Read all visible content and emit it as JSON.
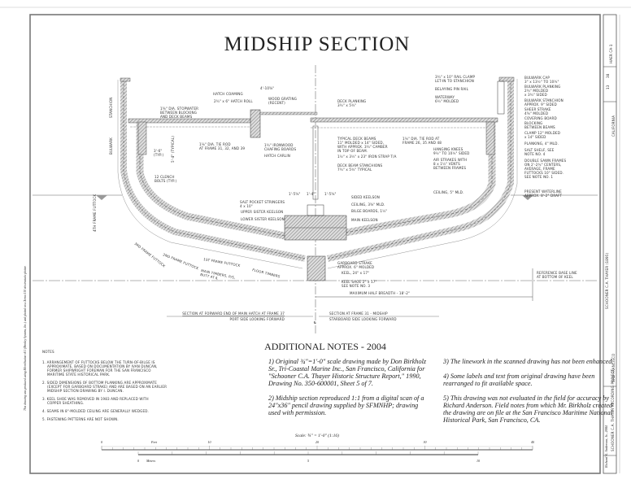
{
  "title": "MIDSHIP SECTION",
  "side_note": "This drawing was produced using MicroStation v8.1 (Bentley Systems, Inc.) and plotted on a Xerox 510 electrostatic plotter.",
  "labels": {
    "bulwark_cap": [
      "BULWARK CAP",
      "3\" x 13½\" TO 10¾\""
    ],
    "bulwark_planking": [
      "BULWARK PLANKING",
      "2¾\" MOLDED",
      "x 3¾\" SIDED"
    ],
    "bulwark_stanchion": [
      "BULWARK STANCHION",
      "APPROX. 9\" SIDED"
    ],
    "sheer_strake": [
      "SHEER STRAKE",
      "4⅝\" MOLDED"
    ],
    "covering_board": [
      "COVERING BOARD"
    ],
    "blocking": [
      "BLOCKING",
      "BETWEEN BEAMS"
    ],
    "clamp": [
      "CLAMP 12\" MOLDED",
      "x 14\" SIDED"
    ],
    "planking": [
      "PLANKING, 4\" MLD."
    ],
    "salt_shelf": [
      "SALT SHELF, SEE",
      "NOTE NO. 4"
    ],
    "frames": [
      "DOUBLE SAWN FRAMES",
      "ON 2'-2¾\" CENTERS,",
      "AVERAGE, FRAME",
      "FUTTOCKS 10\" SIDED.",
      "SEE NOTE NO. 1"
    ],
    "waterline": [
      "PRESENT WATERLINE",
      "APPROX. 8'-2\" DRAFT"
    ],
    "rail_clamp": [
      "3¾\" x 10\" RAIL CLAMP",
      "LET-IN TO STANCHION"
    ],
    "pin_rail": [
      "BELAYING PIN RAIL"
    ],
    "waterway": [
      "WATERWAY",
      "6¾\" MOLDED"
    ],
    "hanging_knees": [
      "HANGING KNEES",
      "9½\" TO 10½\" SIDED"
    ],
    "air_strakes": [
      "AIR STRAKES WITH",
      "8 x 1½\" VENTS",
      "BETWEEN FRAMES"
    ],
    "ceiling_5": [
      "CEILING, 5\" MLD."
    ],
    "tie_rod_26": [
      "1⅛\" DIA. TIE ROD AT",
      "FRAME 26, 35 AND 48"
    ],
    "deck_planking": [
      "DECK PLANKING",
      "3¾\" x 5¾\""
    ],
    "deck_beams": [
      "TYPICAL DECK BEAMS",
      "11\" MOLDED x 14\" SIDED,",
      "WITH APPROX. 3¼\" CAMBER",
      "IN TOP OF BEAM."
    ],
    "iron_strap": [
      "1½\" x 3½\" x 23\" IRON STRAP T/A"
    ],
    "beam_stanchions": [
      "DECK BEAM STANCHIONS",
      "7¾\" x 5¾\" TYPICAL"
    ],
    "hatch_coaming": [
      "HATCH COAMING"
    ],
    "hatch_roll": [
      "2¾\" x 6\" HATCH ROLL"
    ],
    "wood_grating": [
      "WOOD GRATING",
      "(RECENT)"
    ],
    "chafing": [
      "1¾\" IRONWOOD",
      "CHAFING BOARDS"
    ],
    "hatch_carlin": [
      "HATCH CARLIN"
    ],
    "tie_rod_31": [
      "1⅛\" DIA. TIE ROD",
      "AT FRAME 31, 32, AND 39"
    ],
    "stopwater": [
      "1⅝\" DIA. STOPWATER",
      "BETWEEN BLOCKING",
      "AND DECK BEAMS"
    ],
    "clench_bolts": [
      "12 CLENCH",
      "BOLTS (TYP.)"
    ],
    "dim_36": [
      "3'-6\"",
      "(TYP.)"
    ],
    "salt_pocket": [
      "SALT POCKET STRINGERS",
      "4 x 10\""
    ],
    "upper_sister": [
      "UPPER SISTER KEELSON"
    ],
    "lower_sister": [
      "LOWER SISTER KEELSON"
    ],
    "sided_keelson": [
      "SIDED KEELSON"
    ],
    "ceiling_358": [
      "CEILING, 3⅝\" MLD."
    ],
    "bilge_boards": [
      "BILGE BOARDS, 1½\""
    ],
    "main_keelson": [
      "MAIN KEELSON"
    ],
    "garboard": [
      "GARBOARD STRAKE",
      "APPROX. 6\" MOLDED"
    ],
    "keel": [
      "KEEL, 24\" x 17\""
    ],
    "keel_shoe": [
      "KEEL SHOE 2\" x 17\"",
      "SEE NOTE NO. 3"
    ],
    "half_breadth": [
      "MAXIMUM HALF BREADTH - 18'-2\""
    ],
    "base_line": [
      "REFERENCE BASE LINE",
      "AT BOTTOM OF KEEL"
    ],
    "floor_timbers": [
      "FLOOR TIMBERS"
    ],
    "main_timbers": [
      "MAIN TIMBERS, P/S,",
      "BUTT AT ℄"
    ],
    "f1": [
      "1ST FRAME FUTTOCK"
    ],
    "f2": [
      "2ND FRAME FUTTOCK"
    ],
    "f3": [
      "3RD FRAME FUTTOCK"
    ],
    "f47": [
      "4TH FRAME FUTTOCK"
    ],
    "bulwark_v": [
      "BULWARK"
    ],
    "stanchion_v": [
      "STANCHION"
    ],
    "dim_54": [
      "5'-4\" (TYPICAL)"
    ],
    "dim_410": [
      "4'-10⅝\""
    ],
    "dim_keelson": [
      "1'-5⅝\"",
      "1'-4\"",
      "1'-5⅝\""
    ],
    "centerline": [
      "℄"
    ]
  },
  "sections": {
    "port_title": "SECTION AT FORWARD END OF MAIN HATCH AT FRAME 37",
    "port_sub": "PORT SIDE LOOKING FORWARD",
    "stbd_title": "SECTION AT FRAME 31 - MIDSHIP",
    "stbd_sub": "STARBOARD SIDE LOOKING FORWARD"
  },
  "notes": {
    "heading": "NOTES",
    "items": [
      [
        "1. ARRANGEMENT OF FUTTOCKS BELOW THE TURN-OF-BILGE IS",
        "APPROXIMATE, BASED ON DOCUMENTATION BY IVAN DUNCAN,",
        "FORMER SHIPWRIGHT FOREMAN FOR THE SAN FRANCISCO",
        "MARITIME STATE HISTORICAL PARK."
      ],
      [
        "2. SIDED DIMENSIONS OF BOTTOM PLANKING ARE APPROXIMATE",
        "(EXCEPT FOR GARBOARD STRAKE) AND ARE BASED ON AN EARLIER",
        "MIDSHIP SECTION DRAWING BY I. DUNCAN."
      ],
      [
        "3. KEEL SHOE WAS REMOVED IN 1983 AND REPLACED WITH",
        "COPPER SHEATHING."
      ],
      [
        "4. SEAMS IN 8\"-MOLDED CEILING ARE GENERALLY WEDGED."
      ],
      [
        "5. FASTENING PATTERNS ARE NOT SHOWN."
      ]
    ]
  },
  "additional_notes": {
    "heading": "ADDITIONAL NOTES - 2004",
    "left": [
      [
        "1) Original ¾\"=1'-0\" scale drawing made by Don Birkholz",
        "Sr., Tri-Coastal Marine Inc., San Francisco, California for",
        "\"Schooner C.A. Thayer Historic Structure Report,\" 1990,",
        "Drawing No. 350-600001, Sheet 5 of 7."
      ],
      [
        "2) Midship section reproduced 1:1 from a digital scan of a",
        "24\"x36\" pencil drawing supplied by SFMNHP; drawing",
        "used with permission."
      ]
    ],
    "right": [
      [
        "3) The linework in the scanned drawing has not been enhanced."
      ],
      [
        "4) Some labels and text from original drawing have been",
        "rearranged to fit available space."
      ],
      [
        "5) This drawing was not evaluated in the field for accuracy by",
        "Richard Anderson. Field notes from which Mr. Birkholz created",
        "the drawing are on file at the San Francisco Maritime National",
        "Historical Park, San Francisco, CA."
      ]
    ]
  },
  "scale": {
    "caption": "Scale: ¾\" = 1'-0\" (1:16)",
    "feet_label": "Feet",
    "feet_ticks": [
      "0",
      "10",
      "20",
      "30",
      "40"
    ],
    "meters_label": "Meters",
    "meter_ticks": [
      "0",
      "5",
      "10"
    ]
  },
  "title_block": {
    "delineator": "Richard K. Anderson, Jr., 2004",
    "project": "SCHOONER C.A. THAYER RECORDING PROJECT",
    "vessel": "SCHOONER C.A. THAYER (1895)",
    "location": "SAN FRANCISCO",
    "state": "CALIFORNIA",
    "sheet": "13",
    "of_sheets": "38",
    "survey_no": "HAER CA-1"
  }
}
